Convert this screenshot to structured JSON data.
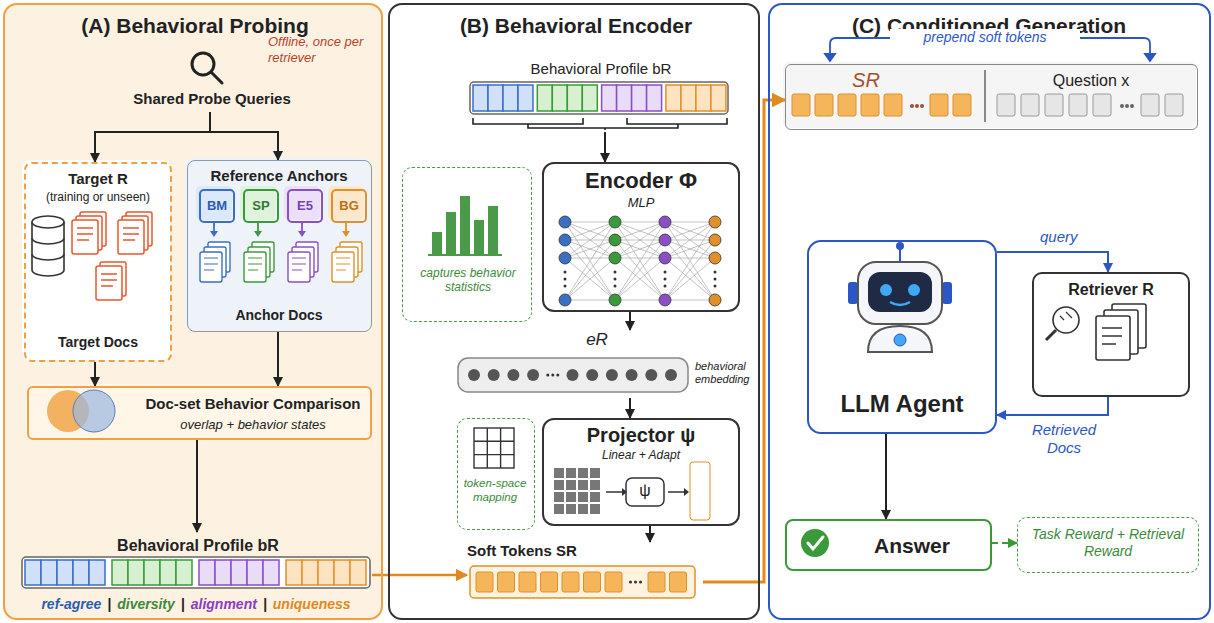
{
  "diagram": {
    "nodes": [
      {
        "text": [
          "(A) Behavioral Probing"
        ]
      },
      {
        "text": [
          "Shared Probe Queries"
        ],
        "in": 0
      },
      {
        "text": [
          "Target R",
          "(training or unseen)",
          "Target Docs"
        ],
        "in": 0
      },
      {
        "text": [
          "Reference Anchors",
          "Anchor Docs"
        ],
        "in": 0
      },
      {
        "text": [
          "BM"
        ],
        "in": 3
      },
      {
        "text": [
          "SP"
        ],
        "in": 3
      },
      {
        "text": [
          "E5"
        ],
        "in": 3
      },
      {
        "text": [
          "BG"
        ],
        "in": 3
      },
      {
        "text": [
          "Doc-set Behavior Comparison",
          "overlap + behavior states"
        ],
        "in": 0
      },
      {
        "text": [
          "Behavioral Profile bR"
        ],
        "in": 0
      },
      {
        "text": [
          "(B) Behavioral Encoder"
        ]
      },
      {
        "text": [
          "Behavioral Profile bR"
        ],
        "in": 10
      },
      {
        "text": [
          "captures behavior statistics"
        ],
        "in": 10
      },
      {
        "text": [
          "Encoder Φ",
          "MLP"
        ],
        "in": 10
      },
      {
        "text": [
          "eR",
          "behavioral embedding"
        ],
        "in": 10
      },
      {
        "text": [
          "token-space mapping"
        ],
        "in": 10
      },
      {
        "text": [
          "Projector ψ",
          "Linear + Adapt"
        ],
        "in": 10
      },
      {
        "text": [
          "Soft Tokens SR"
        ],
        "in": 10
      },
      {
        "text": [
          "(C) Conditioned Generation"
        ]
      },
      {
        "text": [
          "SR",
          "Question x"
        ],
        "in": 18
      },
      {
        "text": [
          "LLM Agent"
        ],
        "in": 18
      },
      {
        "text": [
          "Retriever R"
        ],
        "in": 18
      },
      {
        "text": [
          "Answer"
        ],
        "in": 18
      },
      {
        "text": [
          "Task Reward + Retrieval Reward"
        ],
        "in": 18
      }
    ],
    "edges": [
      {
        "from": 1,
        "to": 2,
        "arrow": "to"
      },
      {
        "from": 1,
        "to": 3,
        "arrow": "to"
      },
      {
        "from": 2,
        "to": 8,
        "arrow": "to"
      },
      {
        "from": 3,
        "to": 8,
        "arrow": "to"
      },
      {
        "from": 8,
        "to": 9,
        "arrow": "to"
      },
      {
        "from": 9,
        "to": 17,
        "arrow": "to"
      },
      {
        "from": 11,
        "to": 13,
        "arrow": "to"
      },
      {
        "from": 13,
        "to": 14,
        "arrow": "to"
      },
      {
        "from": 14,
        "to": 16,
        "arrow": "to"
      },
      {
        "from": 16,
        "to": 17,
        "arrow": "to"
      },
      {
        "from": 17,
        "to": 19,
        "arrow": "to"
      },
      {
        "from": 20,
        "to": 21,
        "arrow": "to",
        "label": "query"
      },
      {
        "from": 21,
        "to": 20,
        "arrow": "to",
        "label": "Retrieved Docs"
      },
      {
        "from": 20,
        "to": 22,
        "arrow": "to"
      },
      {
        "from": 22,
        "to": 23,
        "arrow": "to"
      }
    ],
    "labels": [
      "Offline, once per retriever",
      "ref-agree",
      "|",
      "diversity",
      "|",
      "alignment",
      "|",
      "uniqueness",
      "ψ",
      "prepend soft tokens"
    ]
  }
}
